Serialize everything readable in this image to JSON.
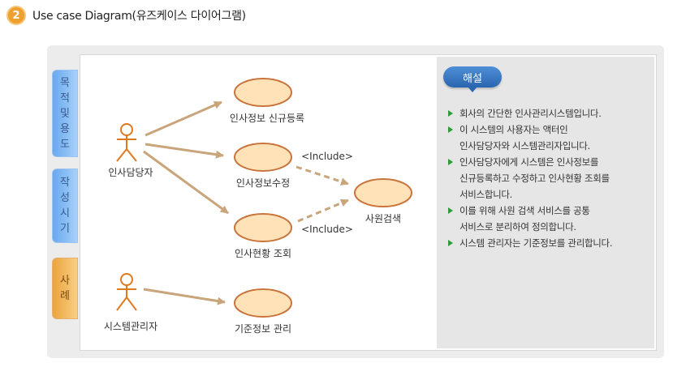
{
  "header": {
    "step_number": "2",
    "title": "Use case Diagram(유즈케이스 다이어그램)"
  },
  "side_tabs": [
    {
      "chars": [
        "목",
        "적",
        "및",
        "용",
        "도"
      ],
      "color": "blue"
    },
    {
      "chars": [
        "작",
        "성",
        "시",
        "기"
      ],
      "color": "blue"
    },
    {
      "chars": [
        "사",
        "례"
      ],
      "color": "orange"
    }
  ],
  "diagram": {
    "actors": [
      {
        "id": "hr_manager",
        "label": "인사담당자"
      },
      {
        "id": "sys_admin",
        "label": "시스템관리자"
      }
    ],
    "use_cases": [
      {
        "id": "new_register",
        "label": "인사정보 신규등록"
      },
      {
        "id": "modify",
        "label": "인사정보수정"
      },
      {
        "id": "status_query",
        "label": "인사현황 조회"
      },
      {
        "id": "employee_search",
        "label": "사원검색"
      },
      {
        "id": "base_info_mgmt",
        "label": "기준정보 관리"
      }
    ],
    "include_label_1": "<Include>",
    "include_label_2": "<Include>"
  },
  "note": {
    "title": "해설",
    "items": [
      "회사의 간단한 인사관리시스템입니다.",
      "이 시스템의 사용자는 액터인\n인사담당자와 시스템관리자입니다.",
      "인사담당자에게 시스템은 인사정보를\n신규등록하고 수정하고 인사현황 조회를\n서비스합니다.",
      "이를 위해 사원 검색 서비스를 공통\n서비스로 분리하여 정의합니다.",
      "시스템 관리자는 기준정보를 관리합니다."
    ]
  },
  "colors": {
    "ellipse_fill": "#ffe2b8",
    "ellipse_stroke": "#c8743a",
    "arrow": "#c8a57a",
    "accent_orange": "#f0a030",
    "accent_blue": "#2a66b0"
  }
}
